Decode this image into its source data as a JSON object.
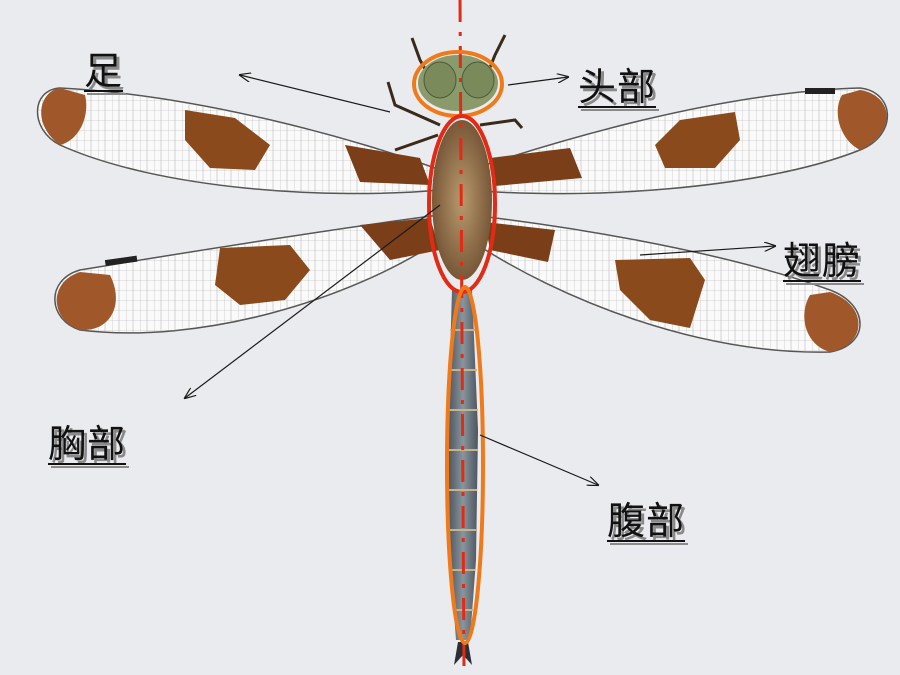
{
  "labels": {
    "foot": "足",
    "head": "头部",
    "wings": "翅膀",
    "thorax": "胸部",
    "abdomen": "腹部"
  },
  "colors": {
    "head_outline": "#f07a1a",
    "thorax_outline": "#e32a14",
    "abdomen_outline": "#f07a1a",
    "axis_line": "#e32a14",
    "background": "#e9ebee",
    "wing_patch": "#8a4a1c",
    "arrow": "#1a1a1a"
  }
}
